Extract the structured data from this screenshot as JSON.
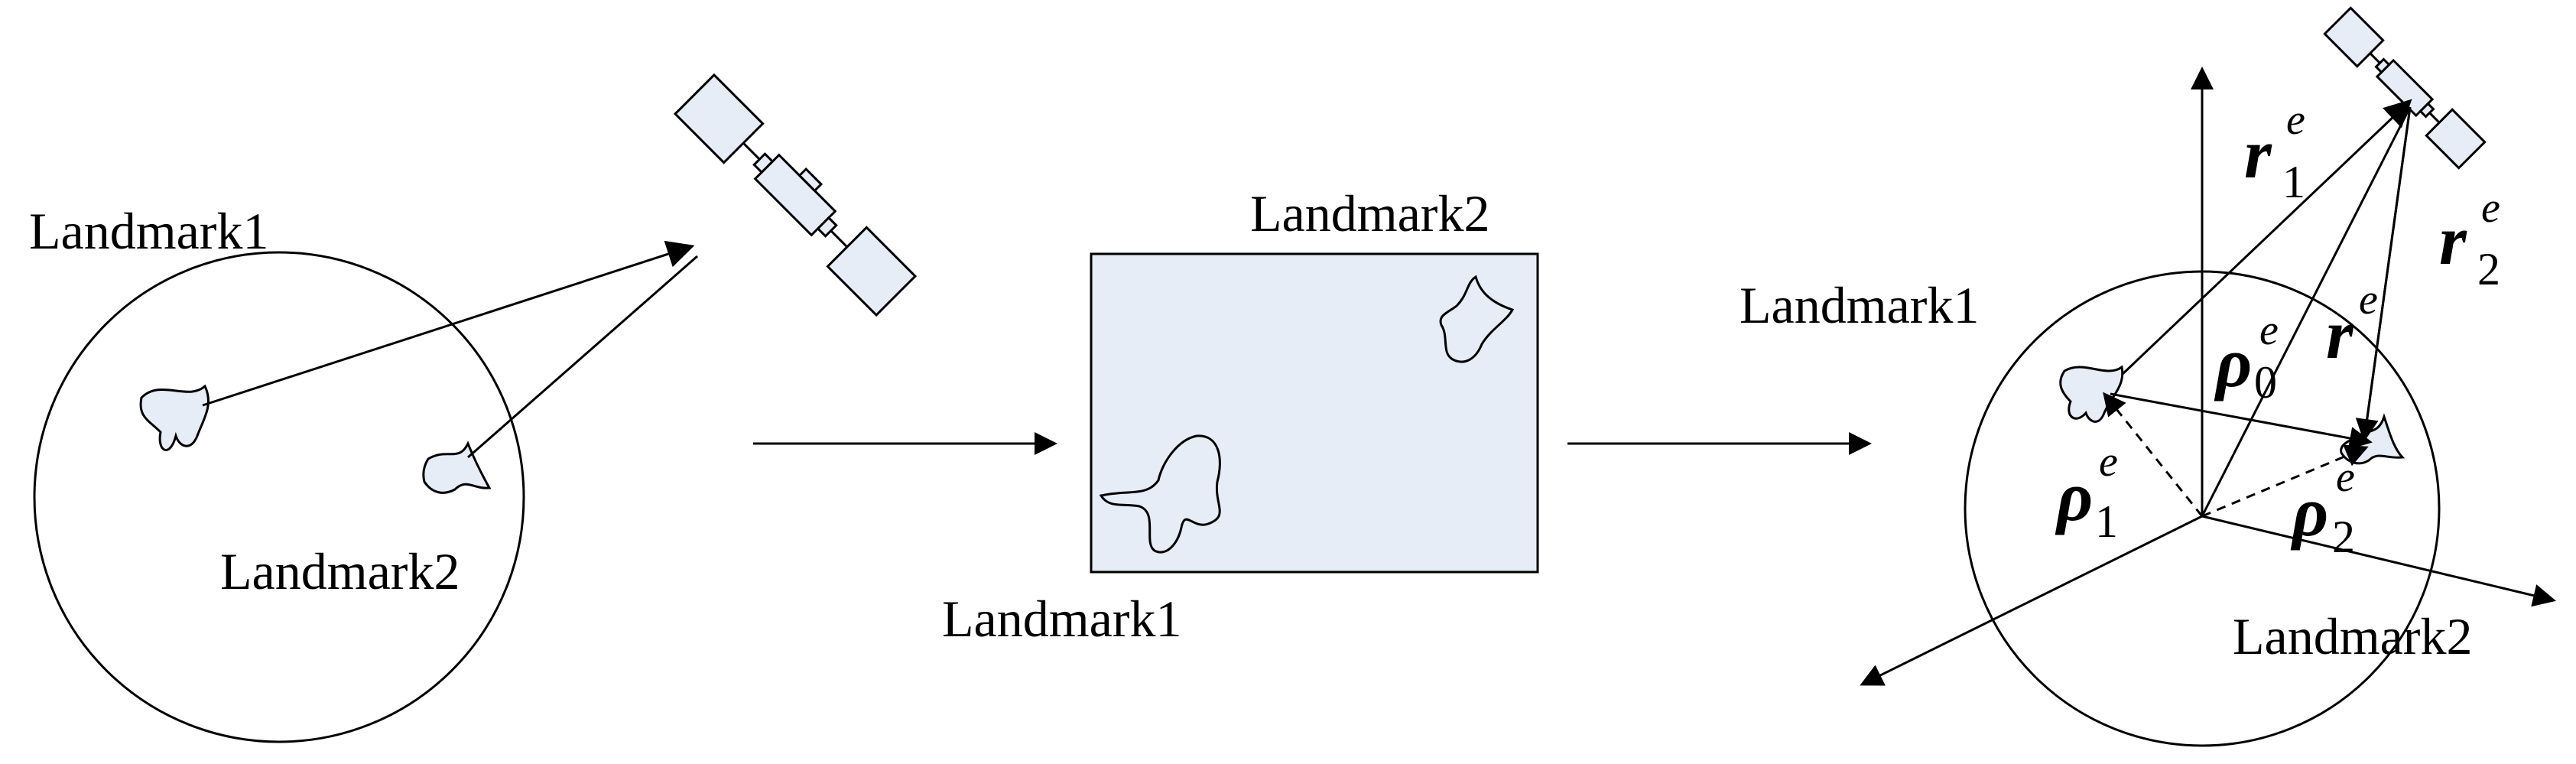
{
  "left_panel": {
    "label_landmark1": "Landmark1",
    "label_landmark2": "Landmark2"
  },
  "middle_panel": {
    "label_landmark2": "Landmark2",
    "label_landmark1": "Landmark1"
  },
  "right_panel": {
    "label_landmark1": "Landmark1",
    "label_landmark2": "Landmark2",
    "vectors": {
      "r1": {
        "symbol": "r",
        "sub": "1",
        "sup": "e"
      },
      "r2": {
        "symbol": "r",
        "sub": "2",
        "sup": "e"
      },
      "r": {
        "symbol": "r",
        "sup": "e"
      },
      "rho0": {
        "symbol": "ρ",
        "sub": "0",
        "sup": "e"
      },
      "rho1": {
        "symbol": "ρ",
        "sub": "1",
        "sup": "e"
      },
      "rho2": {
        "symbol": "ρ",
        "sub": "2",
        "sup": "e"
      }
    }
  },
  "colors": {
    "landmark_fill": "#e6edf7",
    "image_fill": "#e6edf7",
    "satellite_fill": "#e6edf7",
    "stroke": "#000000"
  }
}
